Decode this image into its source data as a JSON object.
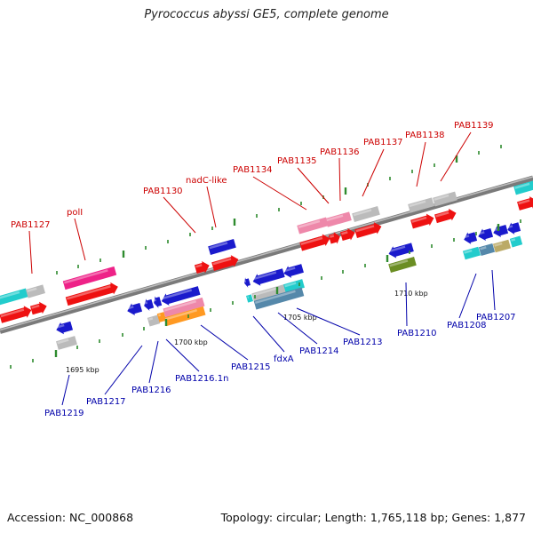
{
  "title": "Pyrococcus abyssi GE5, complete genome",
  "footer": {
    "accession": "Accession: NC_000868",
    "stats": "Topology: circular; Length: 1,765,118 bp; Genes: 1,877"
  },
  "colors": {
    "backbone": "#7a7a7a",
    "tick": "#2e8b2e",
    "label_top": "#cc0000",
    "label_bottom": "#0000aa",
    "red": "#ee1111",
    "blue": "#1a1acc",
    "cyan": "#22cccc",
    "gray": "#bbbbbb",
    "pink": "#ee88aa",
    "magenta": "#ee2288",
    "orange": "#ff9922",
    "olive": "#6b8e23",
    "steel": "#5588aa",
    "khaki": "#bbaa66"
  },
  "scale_labels": [
    "1695 kbp",
    "1700 kbp",
    "1705 kbp",
    "1710 kbp"
  ],
  "top_labels": [
    "PAB1127",
    "polI",
    "PAB1130",
    "nadC-like",
    "PAB1134",
    "PAB1135",
    "PAB1136",
    "PAB1137",
    "PAB1138",
    "PAB1139"
  ],
  "bottom_labels": [
    "PAB1219",
    "PAB1217",
    "PAB1216",
    "PAB1216.1n",
    "PAB1215",
    "fdxA",
    "PAB1214",
    "PAB1213",
    "PAB1210",
    "PAB1208",
    "PAB1207"
  ]
}
